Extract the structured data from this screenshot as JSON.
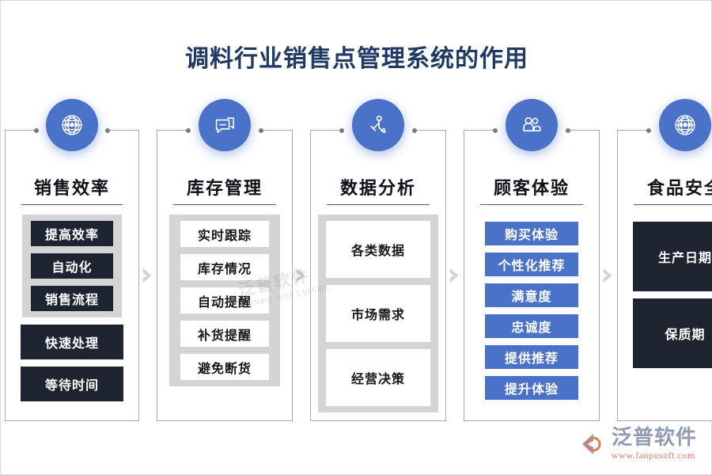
{
  "title": "调料行业销售点管理系统的作用",
  "accent_blue": "#4A72C8",
  "dark_box": "#1E2430",
  "title_color": "#1F3864",
  "group_gray": "#D4D4D4",
  "watermark": {
    "line1": "泛普软件",
    "line2": "FANPU SOFTWARE"
  },
  "logo": {
    "name": "泛普软件",
    "url": "www.fanpusoft.com"
  },
  "arrows": [
    "chevron-right-icon",
    "chevron-right-icon",
    "chevron-right-icon",
    "chevron-right-icon"
  ],
  "columns": [
    {
      "icon": "globe-icon",
      "heading": "销售效率",
      "grouped": [
        "提高效率",
        "自动化",
        "销售流程"
      ],
      "grouped_style": "dark",
      "loose": [
        "快速处理",
        "等待时间"
      ],
      "loose_style": "dark"
    },
    {
      "icon": "chat-bubbles-icon",
      "heading": "库存管理",
      "grouped": [
        "实时跟踪",
        "库存情况",
        "自动提醒",
        "补货提醒",
        "避免断货"
      ],
      "grouped_style": "white",
      "loose": [],
      "loose_style": "white"
    },
    {
      "icon": "person-tool-icon",
      "heading": "数据分析",
      "grouped": [
        "各类数据",
        "市场需求",
        "经营决策"
      ],
      "grouped_style": "white",
      "loose": [],
      "loose_style": "white"
    },
    {
      "icon": "users-icon",
      "heading": "顾客体验",
      "grouped": [],
      "grouped_style": "blue",
      "loose": [
        "购买体验",
        "个性化推荐",
        "满意度",
        "忠诚度",
        "提供推荐",
        "提升体验"
      ],
      "loose_style": "blue"
    },
    {
      "icon": "globe-icon",
      "heading": "食品安全",
      "grouped": [],
      "grouped_style": "dark",
      "loose": [
        "生产日期",
        "保质期"
      ],
      "loose_style": "dark"
    }
  ]
}
